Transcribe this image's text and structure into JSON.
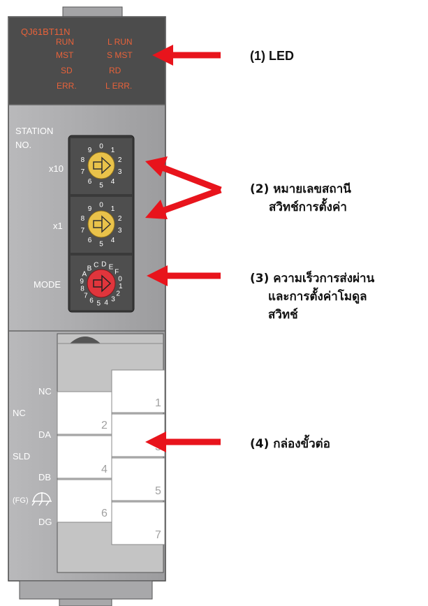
{
  "module": {
    "model": "QJ61BT11N",
    "leds_left": [
      "RUN",
      "MST",
      "SD",
      "ERR."
    ],
    "leds_right": [
      "L RUN",
      "S MST",
      "RD",
      "L ERR."
    ],
    "station_label_1": "STATION",
    "station_label_2": "NO.",
    "x10_label": "x10",
    "x1_label": "x1",
    "mode_label": "MODE",
    "mode_dial_chars": "ABCDEF0123456789",
    "station_dial_chars": "0123456789",
    "terminal_labels": [
      "NC",
      "NC",
      "DA",
      "SLD",
      "DB",
      "(FG)",
      "DG"
    ],
    "terminal_numbers": [
      "1",
      "2",
      "3",
      "4",
      "5",
      "6",
      "7"
    ]
  },
  "callouts": {
    "led": "(1) LED",
    "station_line1": "(2) หมายเลขสถานี",
    "station_line2": "สวิทช์การตั้งค่า",
    "mode_line1": "(3) ความเร็วการส่งผ่าน",
    "mode_line2": "และการตั้งค่าโมดูล",
    "mode_line3": "สวิทช์",
    "terminal": "(4) กล่องขั้วต่อ"
  },
  "colors": {
    "arrow": "#e8141c",
    "led_text": "#e8623a",
    "station_dial": "#e9c24a",
    "mode_dial": "#e0353c"
  }
}
